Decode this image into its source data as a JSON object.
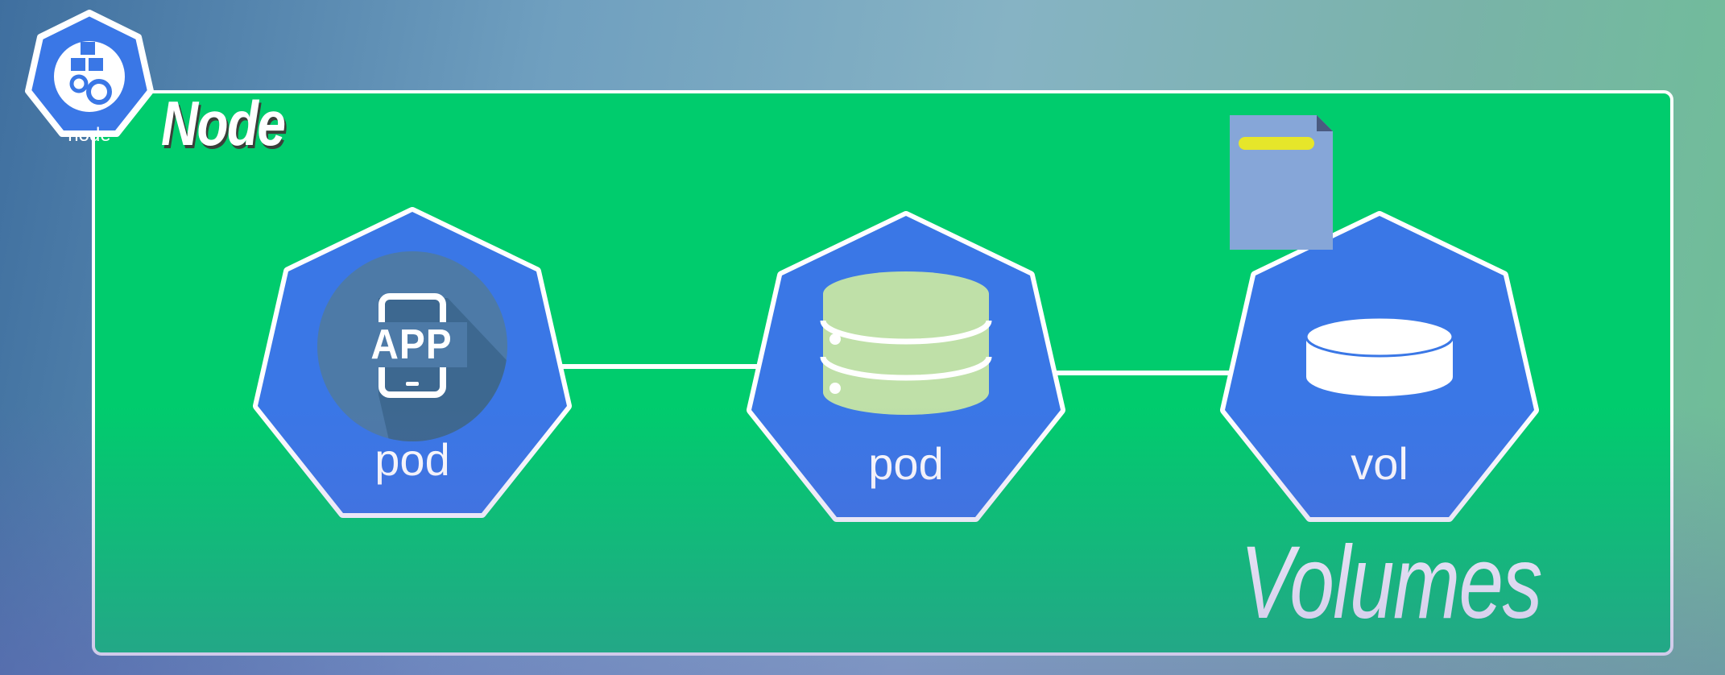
{
  "node": {
    "title": "Node",
    "badge_label": "node",
    "badge_icon": "node-cluster-icon"
  },
  "components": [
    {
      "kind": "pod",
      "label": "pod",
      "icon": "app-phone-icon",
      "icon_text": "APP"
    },
    {
      "kind": "pod",
      "label": "pod",
      "icon": "database-icon"
    },
    {
      "kind": "vol",
      "label": "vol",
      "icon": "disk-icon"
    }
  ],
  "file_icon": "document-icon",
  "caption": "Volumes",
  "colors": {
    "node_fill": "#00cc6d",
    "hex_fill": "#3a77e6",
    "stroke": "#ffffff",
    "database": "#bfe0a8",
    "document": "#86a6d8",
    "document_bar": "#e6e62a"
  }
}
